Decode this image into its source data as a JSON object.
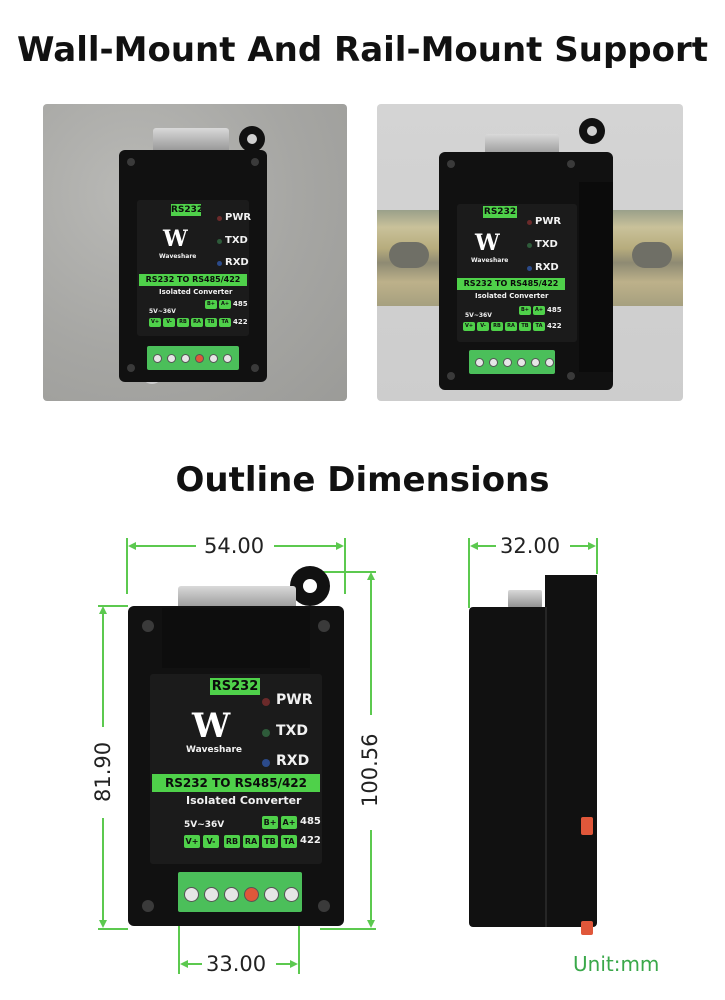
{
  "headings": {
    "mount_support": "Wall-Mount And Rail-Mount Support",
    "outline": "Outline Dimensions"
  },
  "device": {
    "port_label": "RS232",
    "led_pwr": "PWR",
    "led_txd": "TXD",
    "led_rxd": "RXD",
    "brand": "Waveshare",
    "model": "RS232 TO RS485/422",
    "subtitle": "Isolated Converter",
    "voltage": "5V~36V",
    "row485": "485",
    "row422": "422",
    "pins_top": [
      "B+",
      "A+"
    ],
    "pins_bottom": [
      "V+",
      "V-",
      "RB",
      "RA",
      "TB",
      "TA"
    ]
  },
  "dimensions": {
    "width_top": "54.00",
    "height_left": "81.90",
    "height_right": "100.56",
    "width_bottom": "33.00",
    "depth": "32.00",
    "unit": "Unit:mm"
  },
  "colors": {
    "accent_green": "#4fd14a",
    "dimension_line": "#5cc94f",
    "unit_text": "#3aa84a",
    "device_body": "#111111"
  }
}
